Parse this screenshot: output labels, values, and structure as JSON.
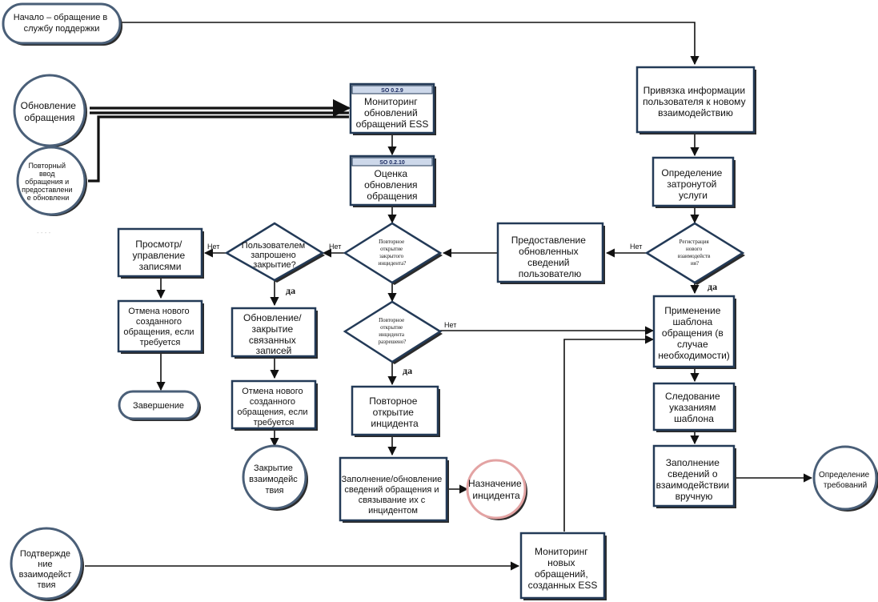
{
  "start": {
    "lines": [
      "Начало – обращение в",
      "службу поддержки"
    ]
  },
  "circles": {
    "update": [
      "Обновление",
      "обращения"
    ],
    "reenter": [
      "Повторный",
      "ввод",
      "обращения и",
      "предоставлени",
      "е обновлени"
    ],
    "confirm": [
      "Подтвержде",
      "ние",
      "взаимодейст",
      "твия"
    ],
    "close": [
      "Закрытие",
      "взаимодейс",
      "твия"
    ],
    "assign": [
      "Назначение",
      "инцидента"
    ],
    "reqs": [
      "Определение",
      "требований"
    ]
  },
  "faded_text": "- - - -",
  "boxes": {
    "monitor_upd": {
      "tag": "SO 0.2.9",
      "lines": [
        "Мониторинг",
        "обновлений",
        "обращений ESS"
      ]
    },
    "evaluate": {
      "tag": "SO 0.2.10",
      "lines": [
        "Оценка",
        "обновления",
        "обращения"
      ]
    },
    "bind": {
      "lines": [
        "Привязка информации",
        "пользователя к новому",
        "взаимодействию"
      ]
    },
    "service": {
      "lines": [
        "Определение",
        "затронутой",
        "услуги"
      ]
    },
    "provide": {
      "lines": [
        "Предоставление",
        "обновленных",
        "сведений",
        "пользователю"
      ]
    },
    "view": {
      "lines": [
        "Просмотр/",
        "управление",
        "записями"
      ]
    },
    "cancel1": {
      "lines": [
        "Отмена нового",
        "созданного",
        "обращения, если",
        "требуется"
      ]
    },
    "update_close": {
      "lines": [
        "Обновление/",
        "закрытие",
        "связанных",
        "записей"
      ]
    },
    "cancel2": {
      "lines": [
        "Отмена нового",
        "созданного",
        "обращения, если",
        "требуется"
      ]
    },
    "reopen": {
      "lines": [
        "Повторное",
        "открытие",
        "инцидента"
      ]
    },
    "fill": {
      "lines": [
        "Заполнение/обновление",
        "сведений обращения и",
        "связывание их с",
        "инцидентом"
      ]
    },
    "template": {
      "lines": [
        "Применение",
        "шаблона",
        "обращения (в",
        "случае",
        "необходимости)"
      ]
    },
    "follow": {
      "lines": [
        "Следование",
        "указаниям",
        "шаблона"
      ]
    },
    "manual": {
      "lines": [
        "Заполнение",
        "сведений о",
        "взаимодействии",
        "вручную"
      ]
    },
    "monitor_new": {
      "lines": [
        "Мониторинг",
        "новых",
        "обращений,",
        "созданных ESS"
      ]
    }
  },
  "ends": {
    "finish": "Завершение"
  },
  "diamonds": {
    "reopen_closed": [
      "Повторное",
      "открытие",
      "закрытого",
      "инцидента?"
    ],
    "user_close": [
      "Пользователем",
      "запрошено",
      "закрытие?"
    ],
    "reopen_allowed": [
      "Повторное",
      "открытие",
      "инцидента",
      "разрешено?"
    ],
    "register": [
      "Регистрация",
      "нового",
      "взаимодейств",
      "ия?"
    ]
  },
  "edge_labels": {
    "no": "Нет",
    "yes": "да"
  }
}
